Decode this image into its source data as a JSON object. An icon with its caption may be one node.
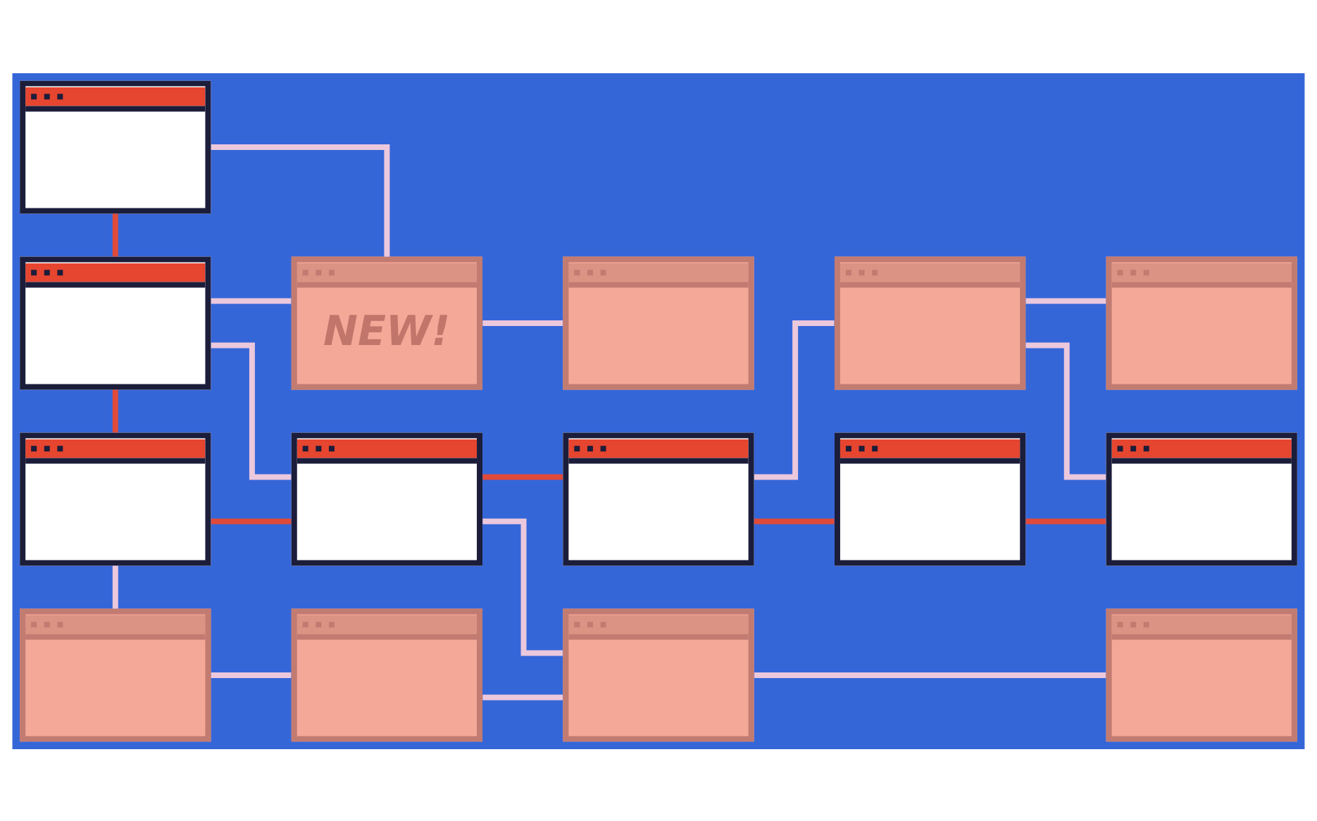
{
  "diagram": {
    "nodes": [
      {
        "text": [],
        "shape": "box"
      },
      {
        "text": [],
        "shape": "box"
      },
      {
        "text": [],
        "shape": "box"
      },
      {
        "text": [],
        "shape": "box"
      },
      {
        "text": [
          "NEW!"
        ]
      },
      {
        "text": [],
        "shape": "box"
      },
      {
        "text": [],
        "shape": "box"
      },
      {
        "text": [],
        "shape": "box"
      },
      {
        "text": [],
        "shape": "box"
      },
      {
        "text": [],
        "shape": "box"
      },
      {
        "text": [],
        "shape": "box"
      },
      {
        "text": [],
        "shape": "box"
      },
      {
        "text": [],
        "shape": "box"
      },
      {
        "text": [],
        "shape": "box"
      },
      {
        "text": [],
        "shape": "box"
      }
    ],
    "edges": [
      {
        "from": 0,
        "to": 1,
        "arrow": "none",
        "color": "#e04a3a"
      },
      {
        "from": 1,
        "to": 2,
        "arrow": "none",
        "color": "#e04a3a"
      },
      {
        "from": 2,
        "to": 3,
        "arrow": "none"
      },
      {
        "from": 0,
        "to": 4,
        "arrow": "none"
      },
      {
        "from": 1,
        "to": 4,
        "arrow": "none"
      },
      {
        "from": 1,
        "to": 5,
        "arrow": "none"
      },
      {
        "from": 2,
        "to": 5,
        "arrow": "none",
        "color": "#e04a3a"
      },
      {
        "from": 3,
        "to": 6,
        "arrow": "none"
      },
      {
        "from": 4,
        "to": 7,
        "arrow": "none"
      },
      {
        "from": 5,
        "to": 8,
        "arrow": "none",
        "color": "#e04a3a"
      },
      {
        "from": 5,
        "to": 9,
        "arrow": "none"
      },
      {
        "from": 6,
        "to": 9,
        "arrow": "none"
      },
      {
        "from": 8,
        "to": 10,
        "arrow": "none"
      },
      {
        "from": 8,
        "to": 11,
        "arrow": "none",
        "color": "#e04a3a"
      },
      {
        "from": 10,
        "to": 12,
        "arrow": "none"
      },
      {
        "from": 10,
        "to": 13,
        "arrow": "none"
      },
      {
        "from": 11,
        "to": 13,
        "arrow": "none",
        "color": "#e04a3a"
      },
      {
        "from": 9,
        "to": 14,
        "arrow": "none"
      }
    ]
  }
}
